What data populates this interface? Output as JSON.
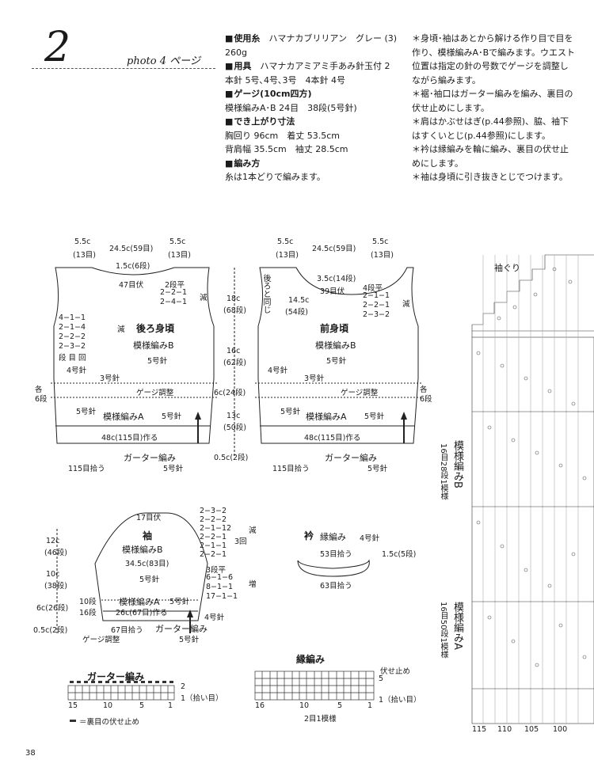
{
  "header": {
    "pattern_number": "2",
    "photo_ref": "photo 4 ページ"
  },
  "materials": {
    "yarn_heading": "使用糸",
    "yarn_text": "ハマナカブリリアン　グレー (3)",
    "yarn_weight": "260g",
    "tools_heading": "用具",
    "tools_text": "ハマナカアミアミ手あみ針玉付 2",
    "tools_text2": "本針 5号､4号､3号　4本針 4号",
    "gauge_heading": "ゲージ(10cm四方)",
    "gauge_text": "模様編みA･B 24目　38段(5号針)",
    "size_heading": "でき上がり寸法",
    "size_text1": "胸回り 96cm　着丈 53.5cm",
    "size_text2": "背肩幅 35.5cm　袖丈 28.5cm",
    "method_heading": "編み方",
    "method_text": "糸は1本どりで編みます。"
  },
  "notes": [
    "＊身頃･袖はあとから解ける作り目で目を",
    "作り、模様編みA･Bで編みます。ウエスト",
    "位置は指定の針の号数でゲージを調整し",
    "ながら編みます。",
    "＊裾･袖口はガーター編みを編み、裏目の",
    "伏せ止めにします。",
    "＊肩はかぶせはぎ(p.44参照)、脇、袖下",
    "はすくいとじ(p.44参照)にします。",
    "＊衿は縁編みを輪に編み、裏目の伏せ止",
    "めにします。",
    "＊袖は身頃に引き抜きとじでつけます。"
  ],
  "back": {
    "title": "後ろ身頃",
    "pattern": "模様編みB",
    "needle5": "5号針",
    "needle4": "4号針",
    "needle3": "3号針",
    "needle5b": "5号針",
    "gauge_adjust": "ゲージ調整",
    "pattern_a": "模様編みA",
    "pattern_a_needle": "5号針",
    "cast_on": "48c(115目)作る",
    "garter": "ガーター編み",
    "garter_needle": "5号針",
    "pickup": "115目拾う",
    "shoulder_l": "5.5c",
    "shoulder_l2": "(13目)",
    "width_top": "24.5c(59目)",
    "shoulder_r": "5.5c",
    "shoulder_r2": "(13目)",
    "neck_drop": "1.5c(6段)",
    "neck_bind": "47目伏",
    "neck_dec_1": "2段平",
    "neck_dec_2": "2−2−1",
    "neck_dec_3": "2−4−1",
    "neck_dec_mark": "減",
    "arm_1": "4−1−1",
    "arm_2": "2−1−4",
    "arm_3": "2−2−2",
    "arm_4": "2−3−2",
    "arm_5": "段 目 回",
    "arm_mark": "減",
    "side_l1": "各",
    "side_l2": "6段"
  },
  "center": {
    "h1": "18c",
    "h1b": "(68段)",
    "h2": "16c",
    "h2b": "(62段)",
    "h3": "6c(24段)",
    "h4": "13c",
    "h4b": "(50段)",
    "h5": "0.5c(2段)"
  },
  "front": {
    "title": "前身頃",
    "pattern": "模様編みB",
    "needle5": "5号針",
    "needle4": "4号針",
    "needle3": "3号針",
    "needle5b": "5号針",
    "gauge_adjust": "ゲージ調整",
    "pattern_a": "模様編みA",
    "pattern_a_needle": "5号針",
    "cast_on": "48c(115目)作る",
    "garter": "ガーター編み",
    "garter_needle": "5号針",
    "pickup": "115目拾う",
    "same_as_back": "後ろと同じ",
    "shoulder_l": "5.5c",
    "shoulder_l2": "(13目)",
    "width_top": "24.5c(59目)",
    "shoulder_r": "5.5c",
    "shoulder_r2": "(13目)",
    "neck_drop": "3.5c(14段)",
    "neck_bind": "39目伏",
    "neck_depth": "14.5c",
    "neck_depth2": "(54段)",
    "neck_dec_1": "4段平",
    "neck_dec_2": "2−1−1",
    "neck_dec_3": "2−2−1",
    "neck_dec_4": "2−3−2",
    "neck_dec_mark": "減",
    "side_r1": "各",
    "side_r2": "6段"
  },
  "sleeve": {
    "title": "袖",
    "pattern_b": "模様編みB",
    "needle5": "5号針",
    "top_bind": "17目伏",
    "cap_1": "2−3−2",
    "cap_2": "2−2−2",
    "cap_3": "2−1−12",
    "cap_4": "2−2−1",
    "cap_5": "2−1−1",
    "cap_6": "2−2−1",
    "cap_rep": "3回",
    "cap_mark": "減",
    "width": "34.5c(83目)",
    "inc_1": "3段平",
    "inc_2": "6−1−6",
    "inc_3": "8−1−1",
    "inc_4": "17−1−1",
    "inc_mark": "増",
    "pattern_a": "模様編みA",
    "pattern_a_needle": "5号針",
    "cast_on": "26c(67目)作る",
    "needle4": "4号針",
    "rows10": "10段",
    "rows16": "16段",
    "pickup": "67目拾う",
    "gauge_adjust": "ゲージ調整",
    "garter": "ガーター編み",
    "garter_needle": "5号針",
    "h1": "12c",
    "h1b": "(46段)",
    "h2": "10c",
    "h2b": "(38段)",
    "h3": "6c(26段)",
    "h4": "0.5c(2段)"
  },
  "collar": {
    "title": "衿",
    "pattern": "縁編み",
    "needle": "4号針",
    "top_pickup": "53目拾う",
    "height": "1.5c(5段)",
    "bottom_pickup": "63目拾う"
  },
  "garter_chart": {
    "title": "ガーター編み",
    "row_label": "2",
    "pickup_label": "1（拾い目）",
    "cols": [
      "15",
      "10",
      "5",
      "1"
    ],
    "legend": "＝裏目の伏せ止め"
  },
  "edge_chart": {
    "title": "縁編み",
    "bind_label": "伏せ止め",
    "rows_label": "5",
    "pickup_label": "1（拾い目）",
    "cols": [
      "16",
      "10",
      "5",
      "1"
    ],
    "repeat": "2目1模様"
  },
  "stitch_chart": {
    "title": "袖ぐり",
    "section_b": "模様編みB",
    "section_b_note": "16目28段1模様",
    "section_a": "模様編みA",
    "section_a_note": "16目50段1模様",
    "cols": [
      "115",
      "110",
      "105",
      "100"
    ]
  },
  "page_number": "38"
}
